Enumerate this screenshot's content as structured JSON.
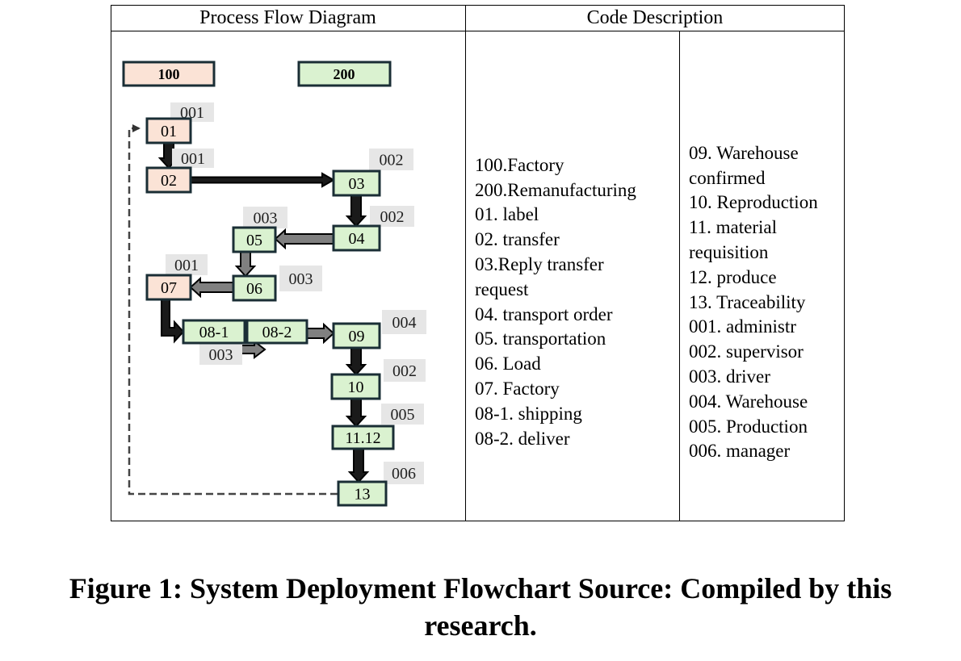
{
  "table": {
    "header_left": "Process Flow Diagram",
    "header_right": "Code Description"
  },
  "legend": {
    "factory_code": "100",
    "reman_code": "200",
    "colors": {
      "factory": "#fbe3d6",
      "reman": "#daf2d0",
      "badge": "#e6e6e6",
      "border": "#1a2e35"
    }
  },
  "nodes": [
    {
      "id": "01",
      "label": "01",
      "group": "factory"
    },
    {
      "id": "02",
      "label": "02",
      "group": "factory"
    },
    {
      "id": "03",
      "label": "03",
      "group": "reman"
    },
    {
      "id": "04",
      "label": "04",
      "group": "reman"
    },
    {
      "id": "05",
      "label": "05",
      "group": "reman"
    },
    {
      "id": "06",
      "label": "06",
      "group": "reman"
    },
    {
      "id": "07",
      "label": "07",
      "group": "factory"
    },
    {
      "id": "08-1",
      "label": "08-1",
      "group": "reman"
    },
    {
      "id": "08-2",
      "label": "08-2",
      "group": "reman"
    },
    {
      "id": "09",
      "label": "09",
      "group": "reman"
    },
    {
      "id": "10",
      "label": "10",
      "group": "reman"
    },
    {
      "id": "11.12",
      "label": "11.12",
      "group": "reman"
    },
    {
      "id": "13",
      "label": "13",
      "group": "reman"
    }
  ],
  "badges": [
    "001",
    "001",
    "002",
    "002",
    "003",
    "001",
    "003",
    "003",
    "004",
    "002",
    "005",
    "006"
  ],
  "edges": [
    {
      "from": "01",
      "to": "02"
    },
    {
      "from": "02",
      "to": "03"
    },
    {
      "from": "03",
      "to": "04"
    },
    {
      "from": "04",
      "to": "05"
    },
    {
      "from": "05",
      "to": "06"
    },
    {
      "from": "06",
      "to": "07"
    },
    {
      "from": "07",
      "to": "08-1"
    },
    {
      "from": "08-1",
      "to": "08-2"
    },
    {
      "from": "08-2",
      "to": "09"
    },
    {
      "from": "09",
      "to": "10"
    },
    {
      "from": "10",
      "to": "11.12"
    },
    {
      "from": "11.12",
      "to": "13"
    },
    {
      "from": "13",
      "to": "01",
      "style": "dashed"
    }
  ],
  "codes_left": [
    "100.Factory",
    "200.Remanufacturing",
    "01. label",
    "02. transfer",
    "03.Reply transfer\nrequest",
    "04. transport order",
    "05. transportation",
    "06. Load",
    "07. Factory",
    "08-1. shipping",
    "08-2. deliver"
  ],
  "codes_right": [
    "09. Warehouse\nconfirmed",
    "10. Reproduction",
    "11. material\nrequisition",
    "12. produce",
    "13. Traceability",
    "001. administr",
    "002. supervisor",
    "003. driver",
    "004. Warehouse",
    "005. Production",
    "006. manager"
  ],
  "caption": "Figure 1: System Deployment Flowchart Source: Compiled by this\nresearch."
}
